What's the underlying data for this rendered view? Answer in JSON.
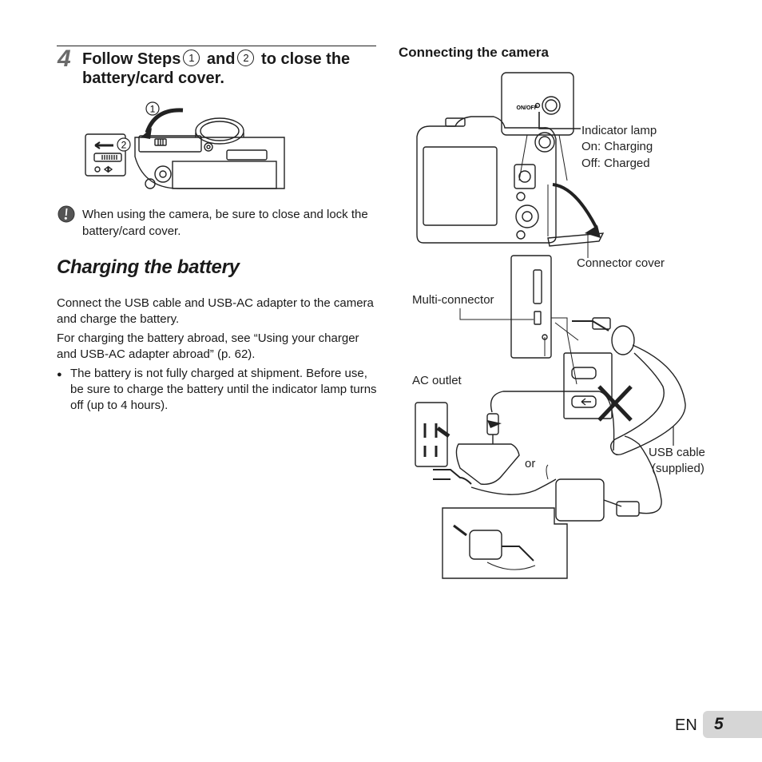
{
  "step": {
    "number": "4",
    "title_part1": "Follow Steps",
    "circle1": "1",
    "title_and": "and",
    "circle2": "2",
    "title_part2": "to close the battery/card cover.",
    "fig_labels": {
      "step1": "1",
      "step2": "2"
    }
  },
  "caution": {
    "text": "When using the camera, be sure to close and lock the battery/card cover."
  },
  "charging": {
    "title": "Charging the battery",
    "para1": "Connect the USB cable and USB-AC adapter to the camera and charge the battery.",
    "para2": "For charging the battery abroad, see “Using your charger and USB-AC adapter abroad” (p. 62).",
    "bullet_symbol": "●",
    "bullet": "The battery is not fully charged at shipment. Before use, be sure to charge the battery until the indicator lamp turns off (up to 4 hours)."
  },
  "connecting": {
    "title": "Connecting the camera",
    "onoff": "ON/OFF",
    "indicator_label": "Indicator lamp",
    "indicator_on": "On: Charging",
    "indicator_off": "Off: Charged",
    "connector_cover": "Connector cover",
    "multi_connector": "Multi-connector",
    "ac_outlet": "AC outlet",
    "or": "or",
    "usb_cable": "USB cable",
    "usb_supplied": "(supplied)"
  },
  "footer": {
    "lang": "EN",
    "page": "5"
  }
}
